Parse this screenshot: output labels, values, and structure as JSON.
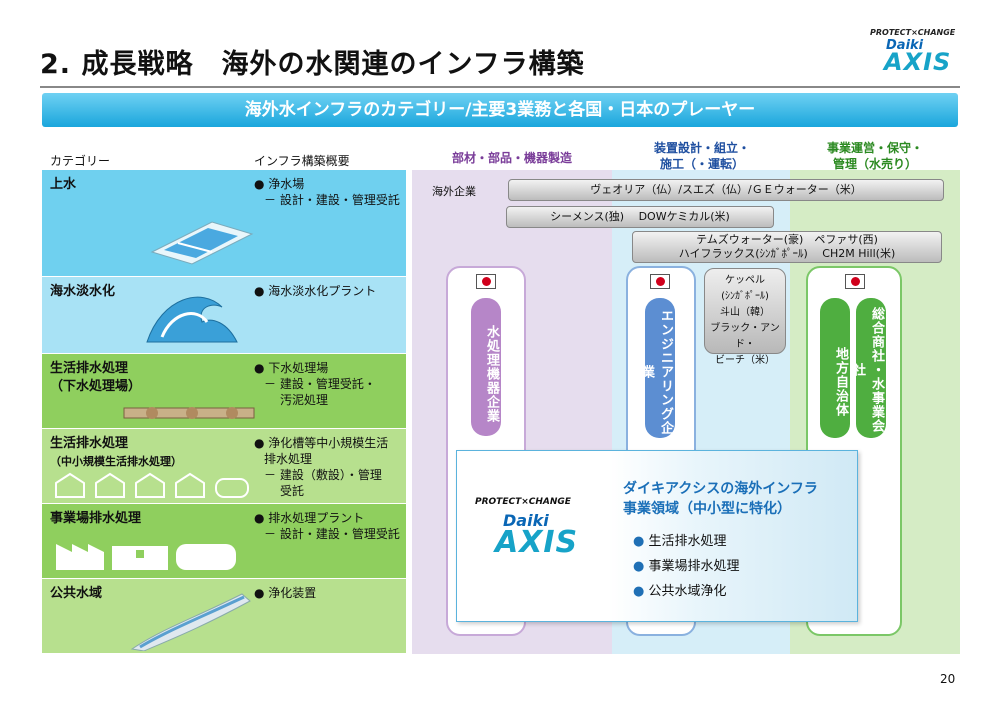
{
  "title": "2. 成長戦略　海外の水関連のインフラ構築",
  "logo": {
    "tagline": "PROTECT×CHANGE",
    "daiki": "Daiki",
    "axis": "AXIS"
  },
  "banner": "海外水インフラのカテゴリー/主要3業務と各国・日本のプレーヤー",
  "headers": {
    "category": "カテゴリー",
    "overview": "インフラ構築概要",
    "materials": "部材・部品・機器製造",
    "design_1": "装置設計・組立・",
    "design_2": "施工（・運転）",
    "ops_1": "事業運営・保守・",
    "ops_2": "管理（水売り）"
  },
  "rows": [
    {
      "label": "上水",
      "label2": "",
      "bullet": "● 浄水場",
      "sub1": "－ 設計・建設・管理受託",
      "sub2": "",
      "sub3": "",
      "color": "#6fd0ef"
    },
    {
      "label": "海水淡水化",
      "label2": "",
      "bullet": "● 海水淡水化プラント",
      "sub1": "",
      "sub2": "",
      "sub3": "",
      "color": "#a8e2f5"
    },
    {
      "label": "生活排水処理",
      "label2": "（下水処理場）",
      "bullet": "● 下水処理場",
      "sub1": "－ 建設・管理受託・",
      "sub2": "汚泥処理",
      "sub3": "",
      "color": "#8fcf5e"
    },
    {
      "label": "生活排水処理",
      "label2": "（中小規模生活排水処理）",
      "bullet": "● 浄化槽等中小規模生活",
      "sub1": "排水処理",
      "sub2": "－ 建設（敷設）・管理",
      "sub3": "受託",
      "color": "#b7e08e"
    },
    {
      "label": "事業場排水処理",
      "label2": "",
      "bullet": "● 排水処理プラント",
      "sub1": "－ 設計・建設・管理受託",
      "sub2": "",
      "sub3": "",
      "color": "#8fcf5e"
    },
    {
      "label": "公共水域",
      "label2": "",
      "bullet": "● 浄化装置",
      "sub1": "",
      "sub2": "",
      "sub3": "",
      "color": "#b7e08e"
    }
  ],
  "overseas_label": "海外企業",
  "bars": {
    "b1": "ヴェオリア（仏）/スエズ（仏）/ＧＥウォーター（米）",
    "b2": "シーメンス(独)　 DOWケミカル(米)",
    "b3a": "テムズウォーター(豪)　ペファサ(西)",
    "b3b": "ハイフラックス(ｼﾝｶﾞﾎﾟｰﾙ)　 CH2M Hill(米)"
  },
  "keppel": [
    "ケッペル",
    "(ｼﾝｶﾞﾎﾟｰﾙ)",
    "斗山（韓）",
    "ブラック・アンド・",
    "ビーチ（米）"
  ],
  "japan": {
    "maker": "水処理機器企業",
    "engineering": "エンジニアリング企業",
    "local_gov": "地方自治体",
    "trading": "総合商社・水事業会社"
  },
  "highlight": {
    "title1": "ダイキアクシスの海外インフラ",
    "title2": "事業領域（中小型に特化）",
    "items": [
      "生活排水処理",
      "事業場排水処理",
      "公共水域浄化"
    ]
  },
  "page_number": "20",
  "colors": {
    "accent": "#1aa6dc",
    "materials": "#c0a4d2",
    "engineering": "#7b9fd6",
    "ops": "#5bb74a"
  }
}
